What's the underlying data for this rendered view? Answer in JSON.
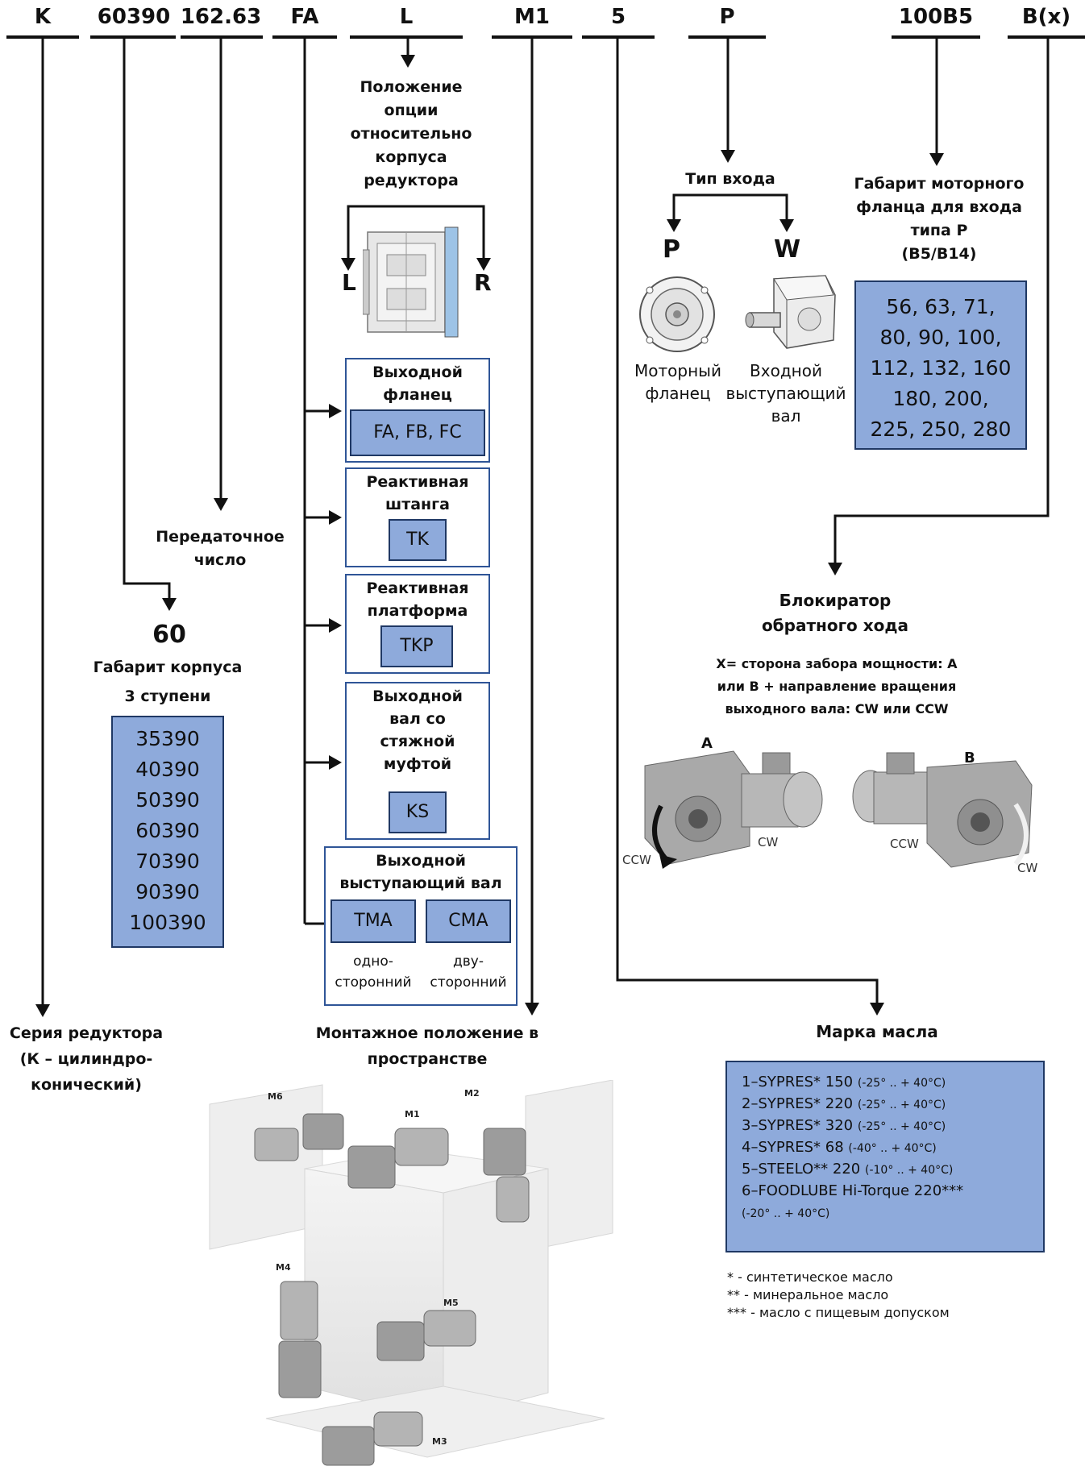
{
  "codes": {
    "series": "K",
    "size": "60390",
    "ratio": "162.63",
    "output": "FA",
    "side": "L",
    "mounting": "M1",
    "oil": "5",
    "input": "P",
    "flange": "100B5",
    "backstop": "B(x)"
  },
  "side_option": {
    "title_lines": [
      "Положение",
      "опции",
      "относительно",
      "корпуса",
      "редуктора"
    ],
    "left": "L",
    "right": "R"
  },
  "output_options": [
    {
      "title_lines": [
        "Выходной",
        "фланец"
      ],
      "codes": [
        "FA, FB, FC"
      ]
    },
    {
      "title_lines": [
        "Реактивная",
        "штанга"
      ],
      "codes": [
        "TK"
      ]
    },
    {
      "title_lines": [
        "Реактивная",
        "платформа"
      ],
      "codes": [
        "TKP"
      ]
    },
    {
      "title_lines": [
        "Выходной",
        "вал со",
        "стяжной",
        "муфтой"
      ],
      "codes": [
        "KS"
      ]
    },
    {
      "title_lines": [
        "Выходной",
        "выступающий вал"
      ],
      "codes": [
        "TMA",
        "CMA"
      ],
      "sub": [
        [
          "одно-",
          "сторонний"
        ],
        [
          "дву-",
          "сторонний"
        ]
      ]
    }
  ],
  "input_type": {
    "title": "Тип входа",
    "p": "P",
    "w": "W",
    "p_caption": [
      "Моторный",
      "фланец"
    ],
    "w_caption": [
      "Входной",
      "выступающий",
      "вал"
    ]
  },
  "flange_size": {
    "title_lines": [
      "Габарит моторного",
      "фланца для входа",
      "типа P",
      "(B5/B14)"
    ],
    "values": [
      "56, 63, 71,",
      "80, 90, 100,",
      "112, 132, 160",
      "180, 200,",
      "225, 250, 280"
    ]
  },
  "ratio_label": [
    "Передаточное",
    "число"
  ],
  "housing": {
    "number": "60",
    "title_lines": [
      "Габарит корпуса",
      "3 ступени"
    ],
    "values": [
      "35390",
      "40390",
      "50390",
      "60390",
      "70390",
      "90390",
      "100390"
    ]
  },
  "backstop": {
    "title_lines": [
      "Блокиратор",
      "обратного хода"
    ],
    "desc_lines": [
      "X= сторона забора мощности: A",
      "или B + направление вращения",
      "выходного вала: CW или CCW"
    ],
    "side_a": "A",
    "side_b": "B",
    "cw": "CW",
    "ccw": "CCW"
  },
  "series_label": [
    "Серия редуктора",
    "(К – цилиндро-",
    "конический)"
  ],
  "mounting_label": [
    "Монтажное положение в",
    "пространстве"
  ],
  "mounting_positions": [
    "M1",
    "M2",
    "M3",
    "M4",
    "M5",
    "M6"
  ],
  "oil": {
    "title": "Марка масла",
    "items": [
      {
        "main": "1–SYPRES* 150",
        "temp": "(-25° .. + 40°C)"
      },
      {
        "main": "2–SYPRES* 220",
        "temp": "(-25° .. + 40°C)"
      },
      {
        "main": "3–SYPRES* 320",
        "temp": "(-25° .. + 40°C)"
      },
      {
        "main": "4–SYPRES* 68",
        "temp": "(-40° .. + 40°C)"
      },
      {
        "main": "5–STEELO** 220",
        "temp": "(-10° .. + 40°C)"
      },
      {
        "main": "6–FOODLUBE Hi-Torque 220***",
        "temp": ""
      },
      {
        "main": "",
        "temp": "(-20° .. + 40°C)"
      }
    ],
    "notes": [
      "* - синтетическое масло",
      "** - минеральное масло",
      "*** - масло с пищевым допуском"
    ]
  },
  "colors": {
    "box_fill": "#8eaadb",
    "box_border": "#1f3864",
    "frame_border": "#2f5597"
  }
}
